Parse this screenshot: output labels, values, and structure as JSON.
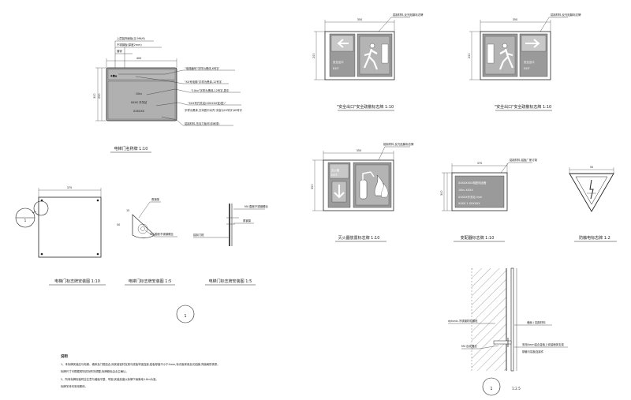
{
  "captions": {
    "elevator_sign": "电梯门名称牌 1:10",
    "exit_left": "\"安全出口\"安全疏散标志牌 1:10",
    "exit_right": "\"安全出口\"安全疏散标志牌 1:10",
    "extinguisher": "灭火器放置标志牌 1:10",
    "transformer": "变配器标志牌 1:10",
    "warning": "防触电标志牌 1:2",
    "installation": "电梯门标志牌安装图 1:10",
    "node_a": "电梯门标志牌安装图 1:5",
    "node_b": "电梯门标志牌安装图 1:5",
    "wall_scale": "1:2.5"
  },
  "circle_marks": [
    "1",
    "1",
    "1"
  ],
  "dims": {
    "top_width": "400",
    "elev_height": "250",
    "elev_height_outer": "300",
    "exit_width": "350",
    "exit_height": "200",
    "ext_width": "350",
    "ext_height": "300",
    "trans_width": "370",
    "trans_height": "300",
    "warn_width": "50",
    "inst_width": "370",
    "node_a_a": "15",
    "node_a_b": "50"
  },
  "elevator_sign": {
    "top_notes": [
      "上层装饰面板(见 M6/6)",
      "不锈钢板(厚度2mm)",
      "镀锌"
    ],
    "panel_lines": [
      "10kv",
      "XXXX 开关站",
      "XXXXXX"
    ],
    "callouts": [
      "\"电梯编号\"字样为黑体,6号字",
      "\"XX号电梯\"字样为黑体,12号字",
      "\"10kv\"字样为黑体,12号字,居中",
      "\"XXX号开关站(XXXXXX室/层)\"",
      "字样为黑体,文本居中对齐,字高为20号字,80号字",
      "铝制材料,压克力板材(手刷漆)"
    ]
  },
  "exit_sign": {
    "callout": "铝制材料,反光贴膜标志牌",
    "text_cn": "安全出口",
    "text_en": "EXIT"
  },
  "extinguisher_sign": {
    "callout": "铝制材料,反光贴膜标志牌",
    "text_cn": "灭火器",
    "text_en": "EXIT"
  },
  "transformer_sign": {
    "callout": "铝制材料,铝板厂家订制",
    "lines": [
      "XXXXXXXX相配电设备",
      "10kv    XXXX",
      "XXXXX开关站  Vyel",
      "XXXX 1 XXXXXX"
    ]
  },
  "install_details": {
    "node_a_labels": [
      "角钢架",
      "M4 膨胀不锈钢螺丝"
    ],
    "node_b_labels": [
      "M4 膨胀不锈钢螺丝",
      "角钢架",
      "铝制门框"
    ]
  },
  "wall_section": {
    "left_labels": [
      "dytonic-不锈钢材料螺栓",
      "M4 自攻螺丝"
    ],
    "right_labels": [
      "墙面 / 铝制材料",
      "采用4mm铝合金板上安装墙体支架",
      "钢管与铝板连接件"
    ]
  },
  "notes": {
    "heading": "说明",
    "items": [
      "1、本标牌安装应与电梯、墙体及门框结合,用安装铝材支架与底板牢固连接,铝板厚度不小于4mm,标识面采用反光贴膜,背面刷防锈漆。",
      "   标牌尺寸可根据现场实际情况调整,标牌颜色由业主确认。",
      "2、所有标牌安装时应注意与墙面平整、牢固,安装高度以标牌下缘离地1.8m为准。",
      "   标牌字体均采用黑体。"
    ]
  }
}
